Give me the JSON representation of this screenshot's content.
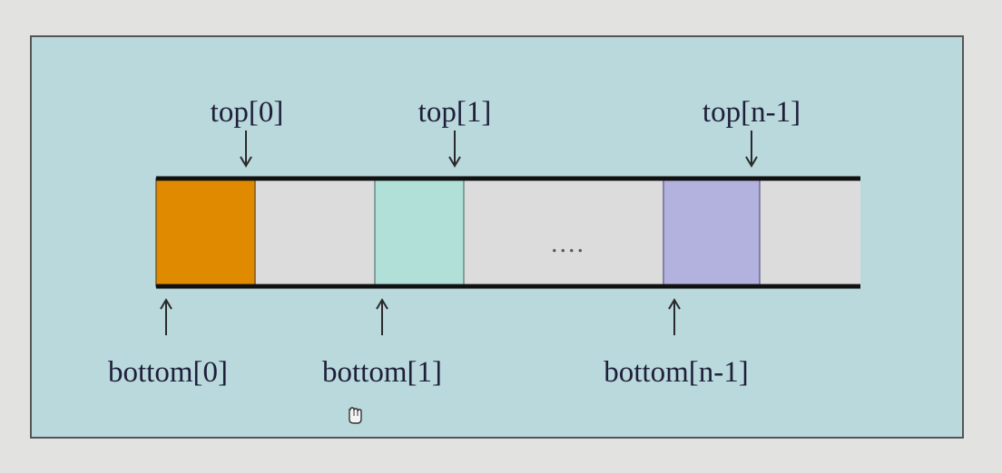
{
  "diagram": {
    "ellipsis": "....",
    "top_labels": [
      "top[0]",
      "top[1]",
      "top[n-1]"
    ],
    "bottom_labels": [
      "bottom[0]",
      "bottom[1]",
      "bottom[n-1]"
    ],
    "colors": {
      "page_background": "#e2e2e0",
      "panel_background": "#b9d9dd",
      "panel_border": "#555555",
      "cell_empty": "#dcdcdc",
      "stack_0": "#e08a00",
      "stack_1": "#b0e0d8",
      "stack_n_minus_1": "#b3b1dd",
      "rail": "#111111",
      "arrow": "#2a2a2a"
    },
    "icons": {
      "cursor": "hand-cursor-icon"
    }
  }
}
